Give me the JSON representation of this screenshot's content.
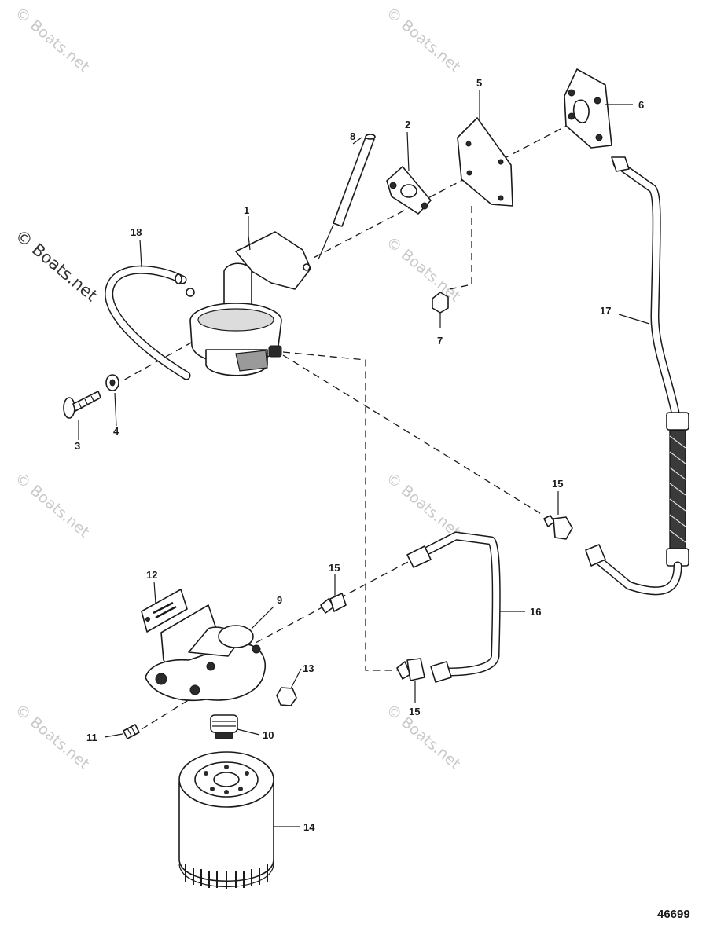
{
  "drawing_number": "46699",
  "watermark": "© Boats.net",
  "callouts": {
    "c1": "1",
    "c2": "2",
    "c3": "3",
    "c4": "4",
    "c5": "5",
    "c6": "6",
    "c7": "7",
    "c8": "8",
    "c9": "9",
    "c10": "10",
    "c11": "11",
    "c12": "12",
    "c13": "13",
    "c14": "14",
    "c15a": "15",
    "c15b": "15",
    "c15c": "15",
    "c16": "16",
    "c17": "17",
    "c18": "18"
  }
}
